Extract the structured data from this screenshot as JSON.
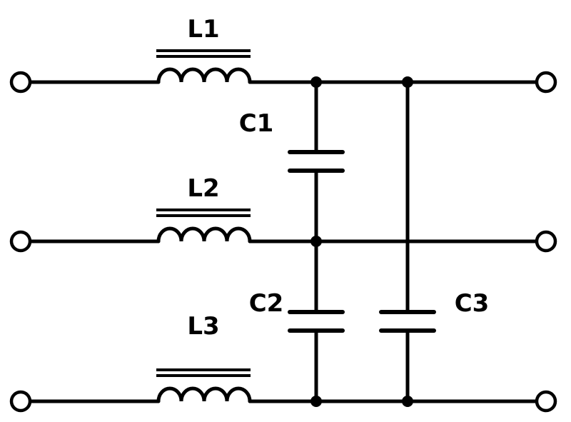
{
  "diagram": {
    "labels": {
      "L1": "L1",
      "L2": "L2",
      "L3": "L3",
      "C1": "C1",
      "C2": "C2",
      "C3": "C3"
    },
    "colors": {
      "line": "#000000",
      "background": "#ffffff"
    }
  }
}
